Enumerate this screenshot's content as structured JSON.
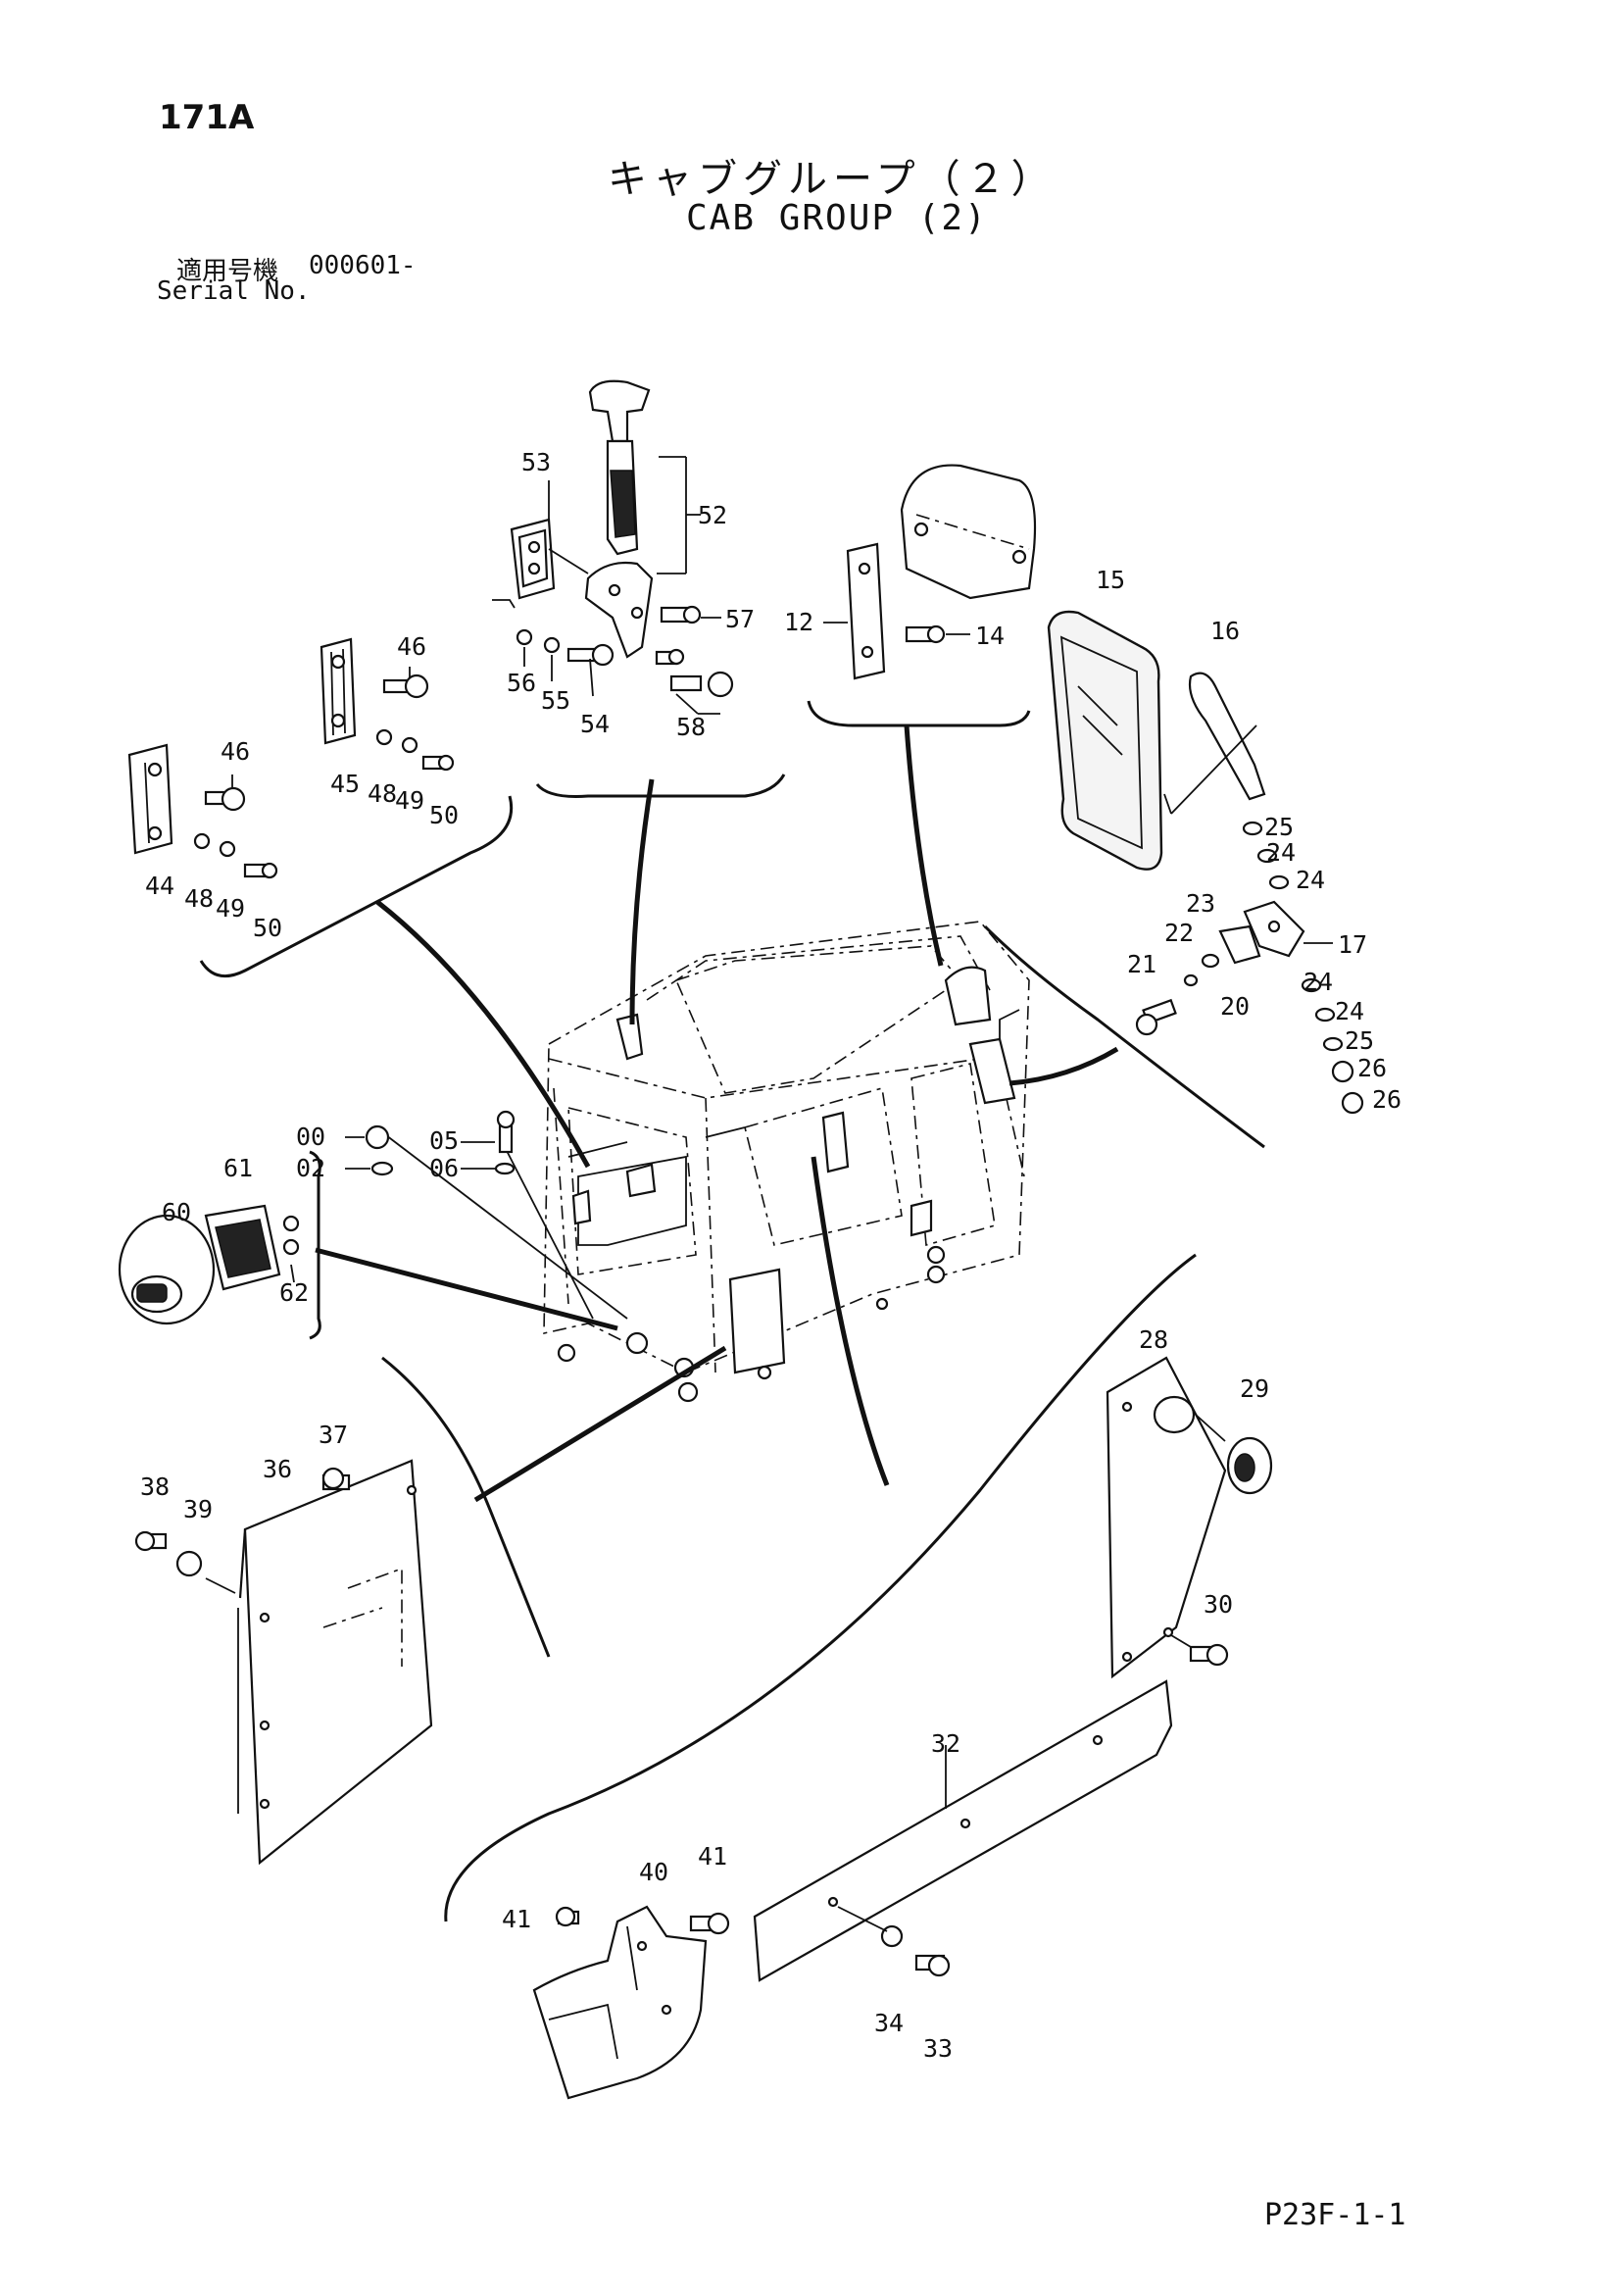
{
  "header": {
    "page_code": "171A",
    "title_jp": "キャブグループ（２）",
    "title_en": "CAB GROUP (2)",
    "serial_label_jp": "適用号機",
    "serial_value": "000601-",
    "serial_label_en": "Serial No."
  },
  "footer": {
    "code": "P23F-1-1"
  },
  "callouts": {
    "c00": "00",
    "c02": "02",
    "c05": "05",
    "c06": "06",
    "c12": "12",
    "c14": "14",
    "c15": "15",
    "c16": "16",
    "c17": "17",
    "c20": "20",
    "c21": "21",
    "c22": "22",
    "c23": "23",
    "c24": "24",
    "c25": "25",
    "c26": "26",
    "c28": "28",
    "c29": "29",
    "c30": "30",
    "c32": "32",
    "c33": "33",
    "c34": "34",
    "c36": "36",
    "c37": "37",
    "c38": "38",
    "c39": "39",
    "c40": "40",
    "c41": "41",
    "c44": "44",
    "c45": "45",
    "c46": "46",
    "c48": "48",
    "c49": "49",
    "c50": "50",
    "c52": "52",
    "c53": "53",
    "c54": "54",
    "c55": "55",
    "c56": "56",
    "c57": "57",
    "c58": "58",
    "c60": "60",
    "c61": "61",
    "c62": "62"
  }
}
